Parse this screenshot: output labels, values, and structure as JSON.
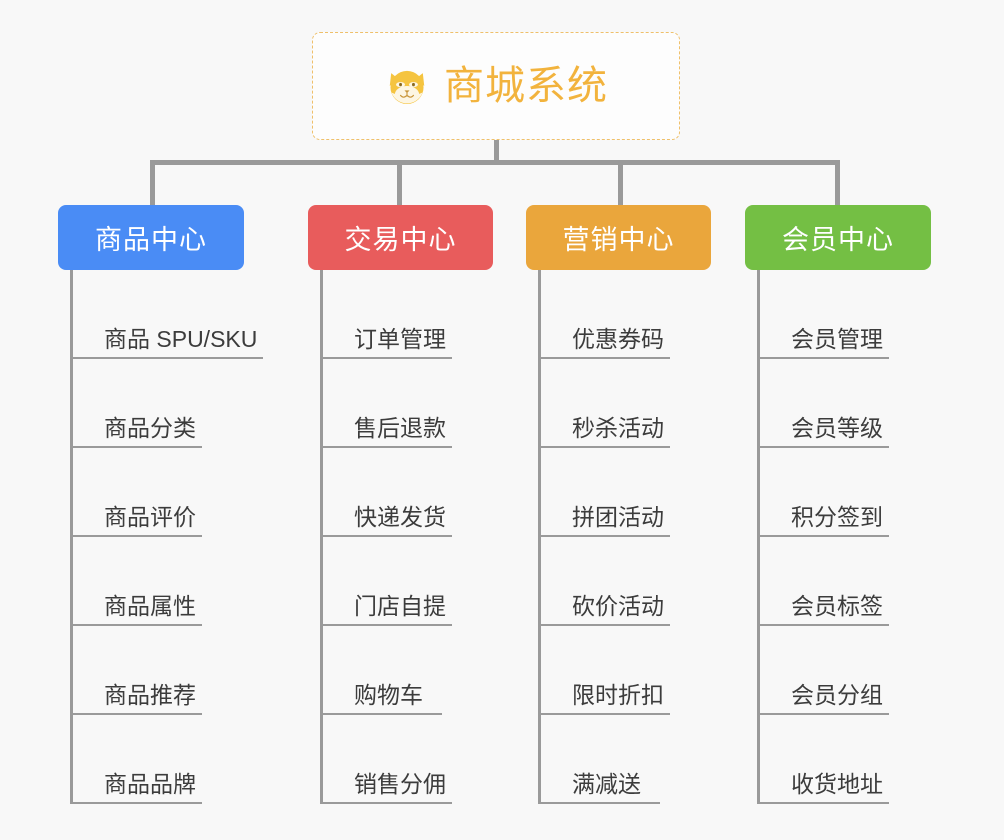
{
  "canvas": {
    "background": "#f8f8f8",
    "connector_color": "#9a9a9a"
  },
  "root": {
    "title": "商城系统",
    "icon": "shiba-dog-face-icon",
    "text_color": "#f2b33d",
    "border_color": "#efc06a",
    "border_style": "dashed"
  },
  "branches": [
    {
      "title": "商品中心",
      "color": "#4a8cf5",
      "items": [
        {
          "label": "商品 SPU/SKU"
        },
        {
          "label": "商品分类"
        },
        {
          "label": "商品评价"
        },
        {
          "label": "商品属性"
        },
        {
          "label": "商品推荐"
        },
        {
          "label": "商品品牌"
        }
      ]
    },
    {
      "title": "交易中心",
      "color": "#e85c5c",
      "items": [
        {
          "label": "订单管理"
        },
        {
          "label": "售后退款"
        },
        {
          "label": "快递发货"
        },
        {
          "label": "门店自提"
        },
        {
          "label": "购物车"
        },
        {
          "label": "销售分佣"
        }
      ]
    },
    {
      "title": "营销中心",
      "color": "#eaa63c",
      "items": [
        {
          "label": "优惠券码"
        },
        {
          "label": "秒杀活动"
        },
        {
          "label": "拼团活动"
        },
        {
          "label": "砍价活动"
        },
        {
          "label": "限时折扣"
        },
        {
          "label": "满减送"
        }
      ]
    },
    {
      "title": "会员中心",
      "color": "#74bf44",
      "items": [
        {
          "label": "会员管理"
        },
        {
          "label": "会员等级"
        },
        {
          "label": "积分签到"
        },
        {
          "label": "会员标签"
        },
        {
          "label": "会员分组"
        },
        {
          "label": "收货地址"
        }
      ]
    }
  ]
}
